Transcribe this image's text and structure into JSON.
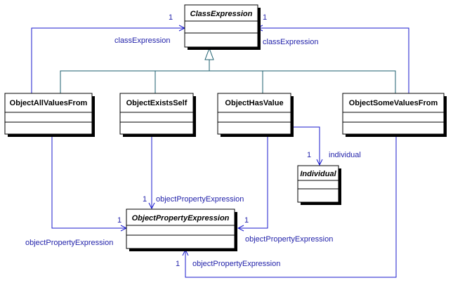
{
  "classes": {
    "class_expression": "ClassExpression",
    "object_all_values_from": "ObjectAllValuesFrom",
    "object_exists_self": "ObjectExistsSelf",
    "object_has_value": "ObjectHasValue",
    "object_some_values_from": "ObjectSomeValuesFrom",
    "individual": "Individual",
    "object_property_expression": "ObjectPropertyExpression"
  },
  "labels": {
    "all_class_role": "classExpression",
    "all_class_mult": "1",
    "some_class_role": "classExpression",
    "some_class_mult": "1",
    "exists_ope_role": "objectPropertyExpression",
    "exists_ope_mult": "1",
    "all_ope_role": "objectPropertyExpression",
    "all_ope_mult": "1",
    "hasvalue_ope_role": "objectPropertyExpression",
    "hasvalue_ope_mult": "1",
    "some_ope_role": "objectPropertyExpression",
    "some_ope_mult": "1",
    "individual_role": "individual",
    "individual_mult": "1"
  },
  "colors": {
    "association_line": "#1a1acc",
    "generalization_line": "#1b5e6e",
    "label_text": "#2222aa"
  }
}
